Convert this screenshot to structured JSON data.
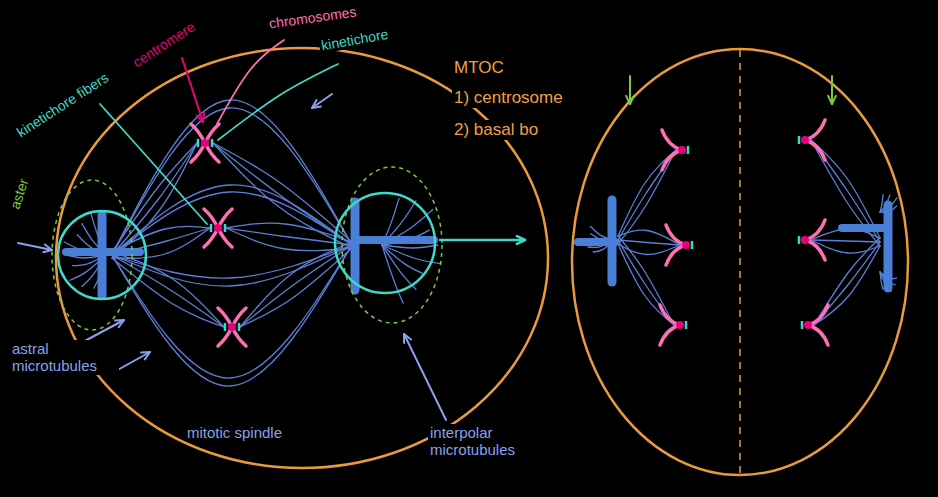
{
  "diagram": {
    "labels": [
      "kinetichore fibers",
      "centromere",
      "chromosomes",
      "kinetichore",
      "aster",
      "MTOC",
      "1) centrosome",
      "2) basal bo",
      "astral microtubules",
      "mitotic spindle",
      "interpolar microtubules"
    ]
  }
}
